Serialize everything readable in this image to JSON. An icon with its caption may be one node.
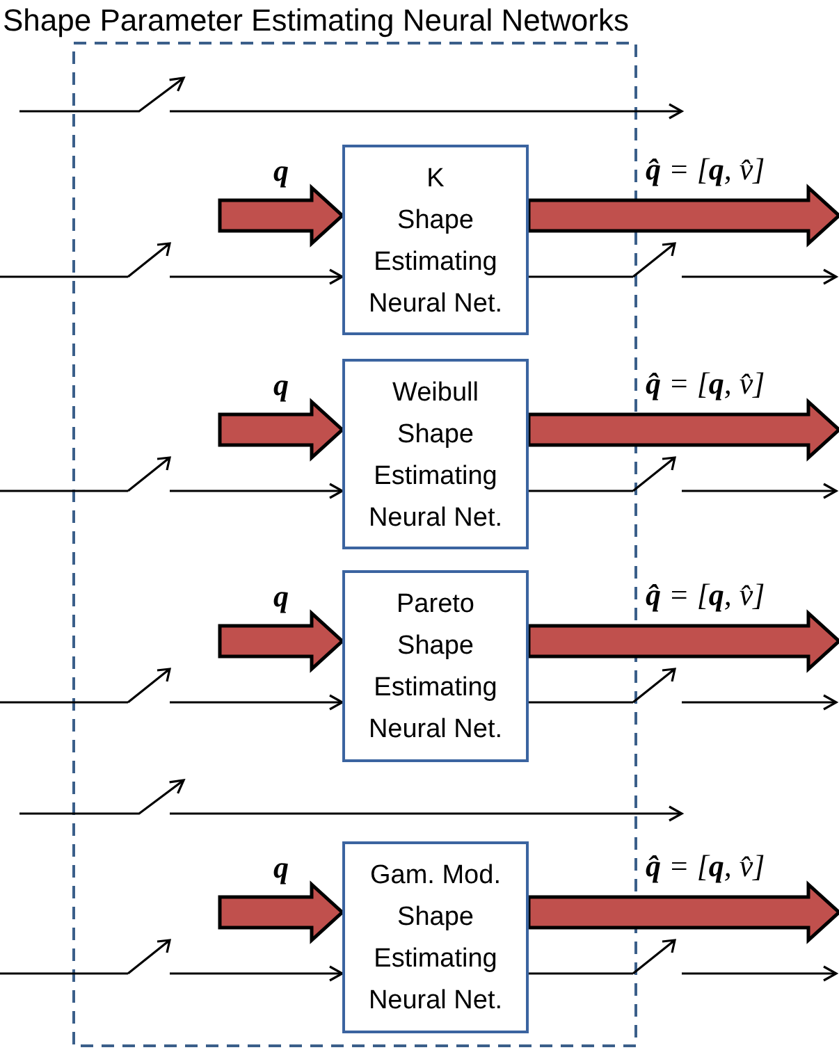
{
  "diagram": {
    "nodes": [
      {
        "text": [
          "Shape Parameter Estimating Neural Networks"
        ]
      },
      {
        "text": [
          "K",
          "Shape Estimating Neural Net."
        ],
        "in": 0
      },
      {
        "text": [
          "Weibull",
          "Shape Estimating Neural Net."
        ],
        "in": 0
      },
      {
        "text": [
          "Pareto",
          "Shape Estimating Neural Net."
        ],
        "in": 0
      },
      {
        "text": [
          "Gam. Mod.",
          "Shape Estimating Neural Net."
        ],
        "in": 0
      }
    ],
    "edges": [
      {
        "from": null,
        "to": 1,
        "arrow": "to",
        "style": "thick",
        "color": "#c0504d",
        "label": "q"
      },
      {
        "from": 1,
        "to": null,
        "arrow": "to",
        "style": "thick",
        "color": "#c0504d",
        "label": "**q̂** = [**q**, v̂]"
      },
      {
        "from": null,
        "to": 1,
        "arrow": "to"
      },
      {
        "from": 1,
        "to": null,
        "arrow": "to"
      },
      {
        "from": null,
        "to": 2,
        "arrow": "to",
        "style": "thick",
        "color": "#c0504d",
        "label": "q"
      },
      {
        "from": 2,
        "to": null,
        "arrow": "to",
        "style": "thick",
        "color": "#c0504d",
        "label": "**q̂** = [**q**, v̂]"
      },
      {
        "from": null,
        "to": 2,
        "arrow": "to"
      },
      {
        "from": 2,
        "to": null,
        "arrow": "to"
      },
      {
        "from": null,
        "to": 3,
        "arrow": "to",
        "style": "thick",
        "color": "#c0504d",
        "label": "q"
      },
      {
        "from": 3,
        "to": null,
        "arrow": "to",
        "style": "thick",
        "color": "#c0504d",
        "label": "**q̂** = [**q**, v̂]"
      },
      {
        "from": null,
        "to": 3,
        "arrow": "to"
      },
      {
        "from": 3,
        "to": null,
        "arrow": "to"
      },
      {
        "from": null,
        "to": 4,
        "arrow": "to",
        "style": "thick",
        "color": "#c0504d",
        "label": "q"
      },
      {
        "from": 4,
        "to": null,
        "arrow": "to",
        "style": "thick",
        "color": "#c0504d",
        "label": "**q̂** = [**q**, v̂]"
      },
      {
        "from": null,
        "to": 4,
        "arrow": "to"
      },
      {
        "from": 4,
        "to": null,
        "arrow": "to"
      }
    ]
  }
}
